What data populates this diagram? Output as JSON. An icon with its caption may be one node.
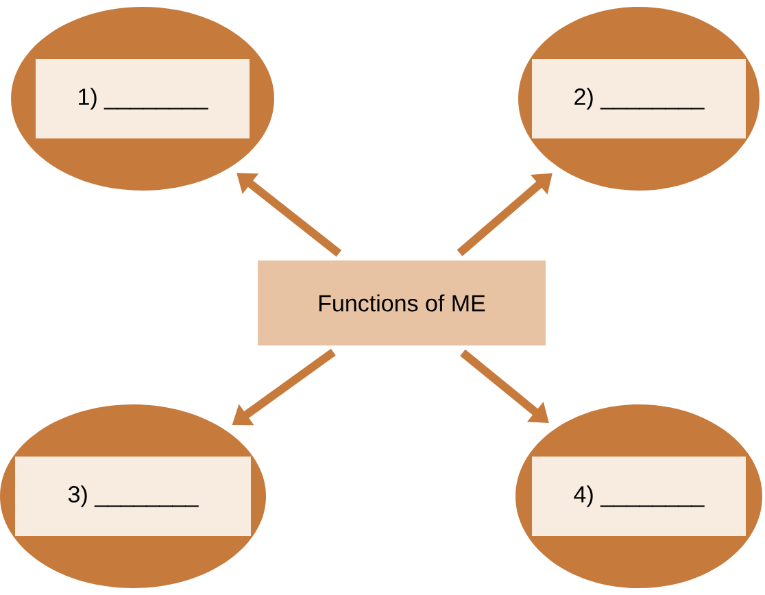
{
  "diagram": {
    "nodes": [
      {
        "text": [],
        "shape": "ellipse"
      },
      {
        "text": [
          "1) ________"
        ],
        "in": 0
      },
      {
        "text": [],
        "shape": "ellipse"
      },
      {
        "text": [
          "2) ________"
        ],
        "in": 2
      },
      {
        "text": [
          "Functions of ME"
        ]
      },
      {
        "text": [],
        "shape": "ellipse"
      },
      {
        "text": [
          "3) ________"
        ],
        "in": 5
      },
      {
        "text": [],
        "shape": "ellipse"
      },
      {
        "text": [
          "4) ________"
        ],
        "in": 7
      }
    ],
    "edges": [
      {
        "from": 4,
        "to": 0,
        "arrow": "to"
      },
      {
        "from": 4,
        "to": 2,
        "arrow": "to"
      },
      {
        "from": 4,
        "to": 5,
        "arrow": "to"
      },
      {
        "from": 4,
        "to": 7,
        "arrow": "to"
      }
    ]
  }
}
